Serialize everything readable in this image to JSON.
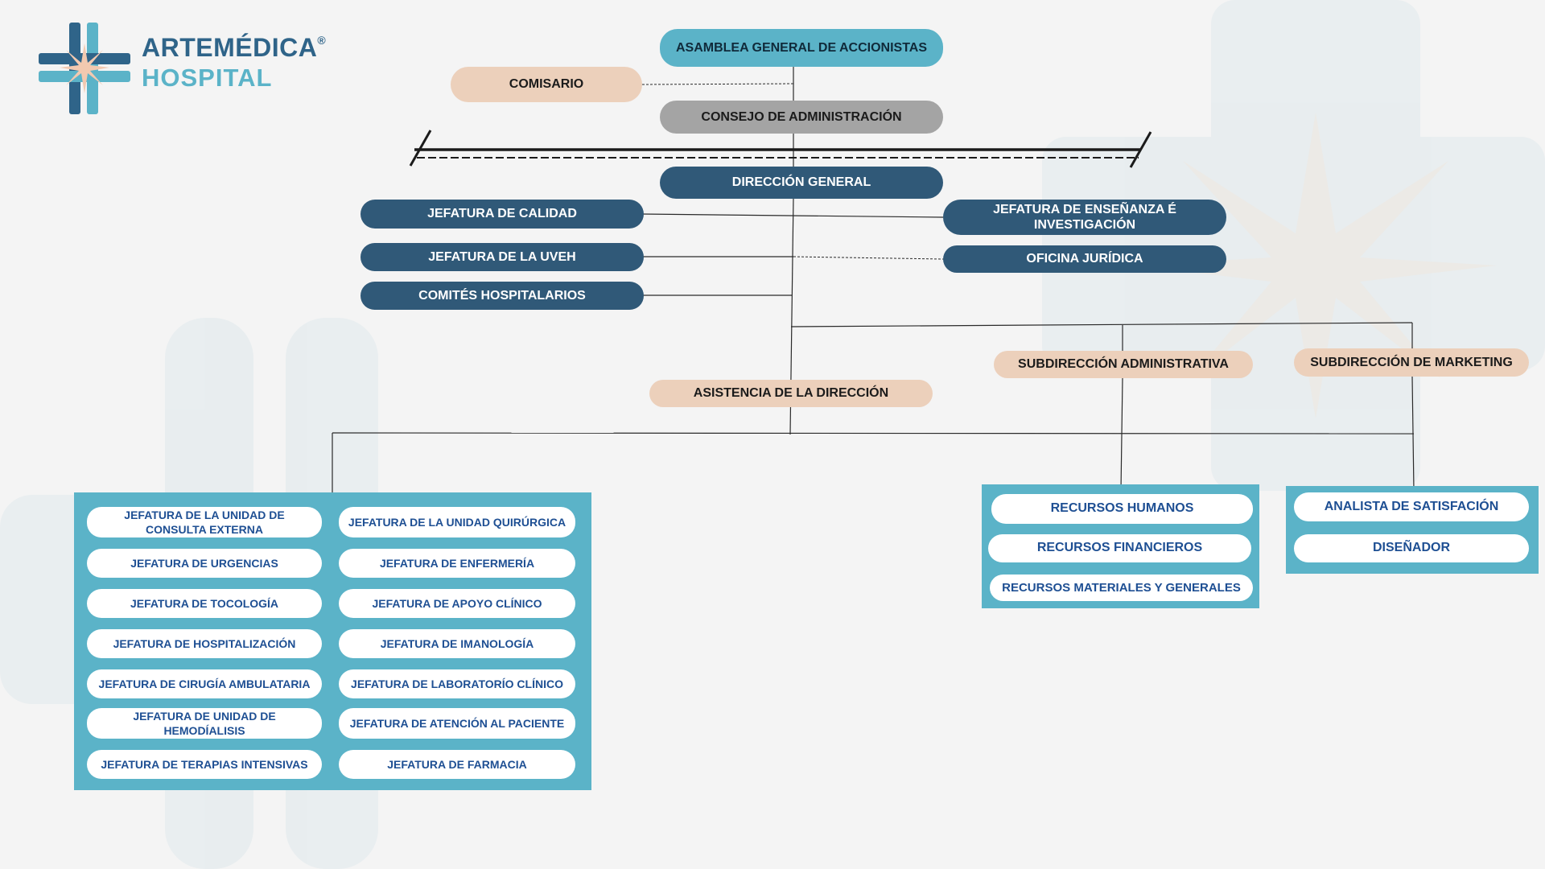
{
  "brand": {
    "name": "ARTEMÉDICA",
    "reg": "®",
    "sub": "HOSPITAL"
  },
  "top": {
    "asamblea": "ASAMBLEA GENERAL DE ACCIONISTAS",
    "comisario": "COMISARIO",
    "consejo": "CONSEJO DE ADMINISTRACIÓN",
    "direccion": "DIRECCIÓN GENERAL"
  },
  "left_units": [
    "JEFATURA DE CALIDAD",
    "JEFATURA DE LA UVEH",
    "COMITÉS HOSPITALARIOS"
  ],
  "right_units": [
    "JEFATURA DE ENSEÑANZA É INVESTIGACIÓN",
    "OFICINA JURÍDICA"
  ],
  "sub": {
    "asistencia": "ASISTENCIA DE LA DIRECCIÓN",
    "administrativa": "SUBDIRECCIÓN ADMINISTRATIVA",
    "marketing": "SUBDIRECCIÓN DE MARKETING"
  },
  "clinical_left": [
    "JEFATURA DE LA UNIDAD DE CONSULTA EXTERNA",
    "JEFATURA DE URGENCIAS",
    "JEFATURA DE TOCOLOGÍA",
    "JEFATURA DE HOSPITALIZACIÓN",
    "JEFATURA DE CIRUGÍA AMBULATARIA",
    "JEFATURA DE UNIDAD DE HEMODÍALISIS",
    "JEFATURA DE TERAPIAS INTENSIVAS"
  ],
  "clinical_right": [
    "JEFATURA DE LA UNIDAD QUIRÚRGICA",
    "JEFATURA DE ENFERMERÍA",
    "JEFATURA DE APOYO CLÍNICO",
    "JEFATURA DE IMANOLOGÍA",
    "JEFATURA DE LABORATORÍO CLÍNICO",
    "JEFATURA DE ATENCIÓN AL PACIENTE",
    "JEFATURA DE FARMACIA"
  ],
  "admin_units": [
    "RECURSOS HUMANOS",
    "RECURSOS FINANCIEROS",
    "RECURSOS MATERIALES Y GENERALES"
  ],
  "marketing_units": [
    "ANALISTA DE SATISFACIÓN",
    "DISEÑADOR"
  ],
  "colors": {
    "teal": "#5bb3c8",
    "navy": "#305978",
    "peach": "#ecd0bb",
    "gray": "#a4a4a4",
    "pill_text": "#1e4f93"
  },
  "icons": [
    "artemedica-cross-logo-icon"
  ]
}
